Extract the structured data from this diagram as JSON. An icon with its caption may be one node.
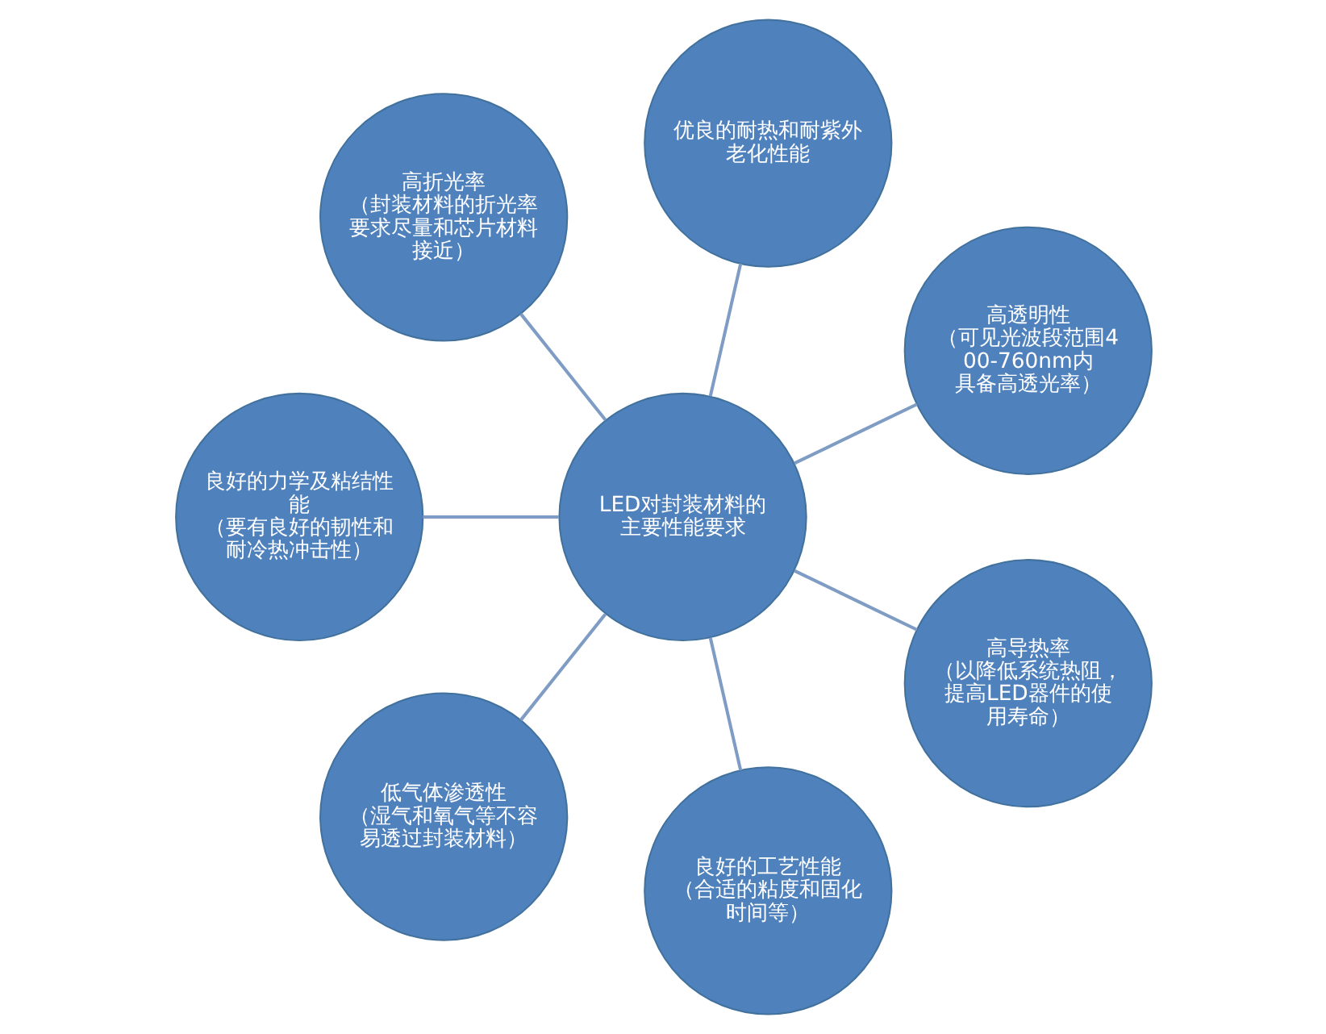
{
  "diagram": {
    "nodes": [
      {
        "text": [
          "LED对封装材料的主要性能要求"
        ]
      },
      {
        "text": [
          "高透明性",
          "（可见光波段范围400-760nm内具备高透光率）"
        ]
      },
      {
        "text": [
          "优良的耐热和耐紫外老化性能"
        ]
      },
      {
        "text": [
          "高折光率",
          "（封装材料的折光率要求尽量和芯片材料接近）"
        ]
      },
      {
        "text": [
          "良好的力学及粘结性能",
          "（要有良好的韧性和耐冷热冲击性）"
        ]
      },
      {
        "text": [
          "低气体渗透性",
          "（湿气和氧气等不容易透过封装材料）"
        ]
      },
      {
        "text": [
          "良好的工艺性能",
          "（合适的粘度和固化时间等）"
        ]
      },
      {
        "text": [
          "高导热率",
          "（以降低系统热阻，提高LED器件的使用寿命）"
        ]
      }
    ],
    "edges": [
      {
        "from": 0,
        "to": 1,
        "arrow": "none"
      },
      {
        "from": 0,
        "to": 2,
        "arrow": "none"
      },
      {
        "from": 0,
        "to": 3,
        "arrow": "none"
      },
      {
        "from": 0,
        "to": 4,
        "arrow": "none"
      },
      {
        "from": 0,
        "to": 5,
        "arrow": "none"
      },
      {
        "from": 0,
        "to": 6,
        "arrow": "none"
      },
      {
        "from": 0,
        "to": 7,
        "arrow": "none"
      }
    ]
  }
}
